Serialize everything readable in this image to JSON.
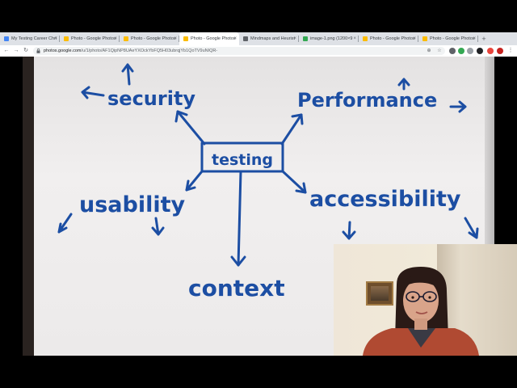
{
  "browser": {
    "tabs": [
      {
        "label": "My Testing Career Chri",
        "favicon_color": "#4285f4",
        "active": false
      },
      {
        "label": "Photo - Google Photos",
        "favicon_color": "#fbbc04",
        "active": false
      },
      {
        "label": "Photo - Google Photos",
        "favicon_color": "#fbbc04",
        "active": false
      },
      {
        "label": "Photo - Google Photos",
        "favicon_color": "#fbbc04",
        "active": true
      },
      {
        "label": "Mindmaps and Heurist",
        "favicon_color": "#5f6368",
        "active": false
      },
      {
        "label": "image-1.png (1200×9",
        "favicon_color": "#34a853",
        "active": false
      },
      {
        "label": "Photo - Google Photos",
        "favicon_color": "#fbbc04",
        "active": false
      },
      {
        "label": "Photo - Google Photos",
        "favicon_color": "#fbbc04",
        "active": false
      }
    ],
    "url_host": "photos.google.com",
    "url_path": "/u/1/photo/AF1QipNP8UAeYXOckYbFQ5H03ubrqjYb1QoTV9uNIQR-"
  },
  "mindmap": {
    "center": "testing",
    "nodes": [
      "security",
      "Performance",
      "usability",
      "accessibility",
      "context"
    ]
  },
  "colors": {
    "ink": "#1c4ea3",
    "board": "#eeecec",
    "chrome_bg": "#dee1e6"
  }
}
